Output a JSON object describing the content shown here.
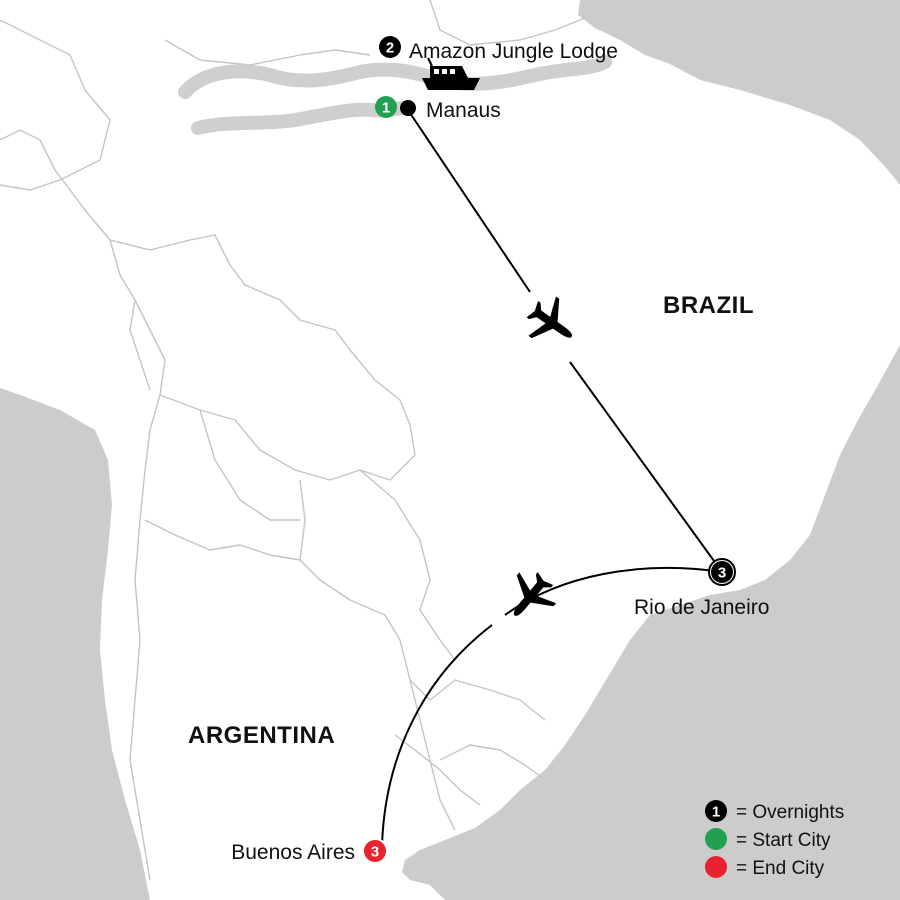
{
  "colors": {
    "ocean": "#cccccc",
    "land": "#ffffff",
    "border": "#c4c4c4",
    "river": "#cfcfcf",
    "route": "#000000",
    "overnight_badge": "#000000",
    "start_badge": "#20a050",
    "end_badge": "#e8232f"
  },
  "countries": {
    "brazil": "BRAZIL",
    "argentina": "ARGENTINA"
  },
  "stops": {
    "manaus": {
      "name": "Manaus",
      "nights": "1",
      "role": "start"
    },
    "lodge": {
      "name": "Amazon Jungle Lodge",
      "nights": "2",
      "role": "overnight"
    },
    "rio": {
      "name": "Rio de Janeiro",
      "nights": "3",
      "role": "overnight"
    },
    "buenos_aires": {
      "name": "Buenos Aires",
      "nights": "3",
      "role": "end"
    }
  },
  "icons": {
    "boat": "boat-icon",
    "plane": "airplane-icon"
  },
  "legend": {
    "overnights": {
      "num": "1",
      "label": "= Overnights"
    },
    "start": {
      "label": "= Start City"
    },
    "end": {
      "label": "= End City"
    }
  }
}
